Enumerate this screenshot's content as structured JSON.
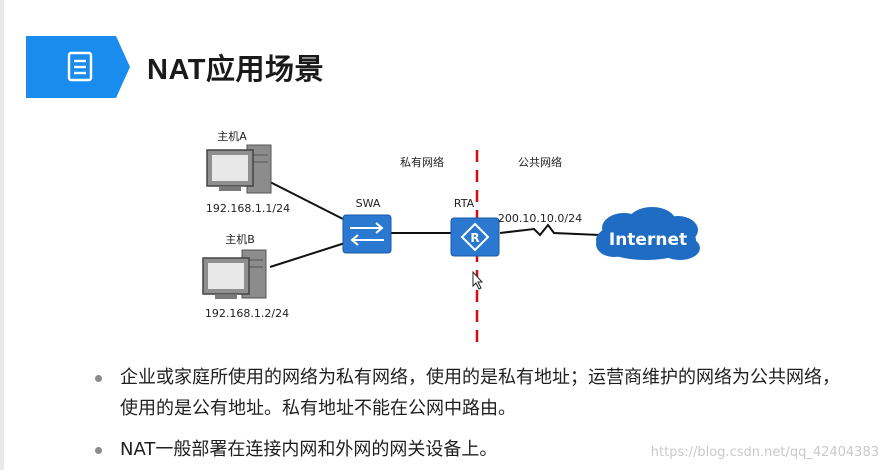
{
  "header": {
    "title": "NAT应用场景",
    "icon": "document-icon",
    "accent_color": "#1a8cf0"
  },
  "diagram": {
    "host_a": {
      "label": "主机A",
      "ip": "192.168.1.1/24"
    },
    "host_b": {
      "label": "主机B",
      "ip": "192.168.1.2/24"
    },
    "switch": {
      "label": "SWA"
    },
    "router": {
      "label": "RTA"
    },
    "private_zone_label": "私有网络",
    "public_zone_label": "公共网络",
    "wan_ip": "200.10.10.0/24",
    "internet_label": "Internet",
    "device_color": "#2b78d0",
    "boundary_color": "#d01010"
  },
  "bullets": [
    "企业或家庭所使用的网络为私有网络，使用的是私有地址；运营商维护的网络为公共网络，使用的是公有地址。私有地址不能在公网中路由。",
    "NAT一般部署在连接内网和外网的网关设备上。"
  ],
  "watermark": "https://blog.csdn.net/qq_42404383"
}
